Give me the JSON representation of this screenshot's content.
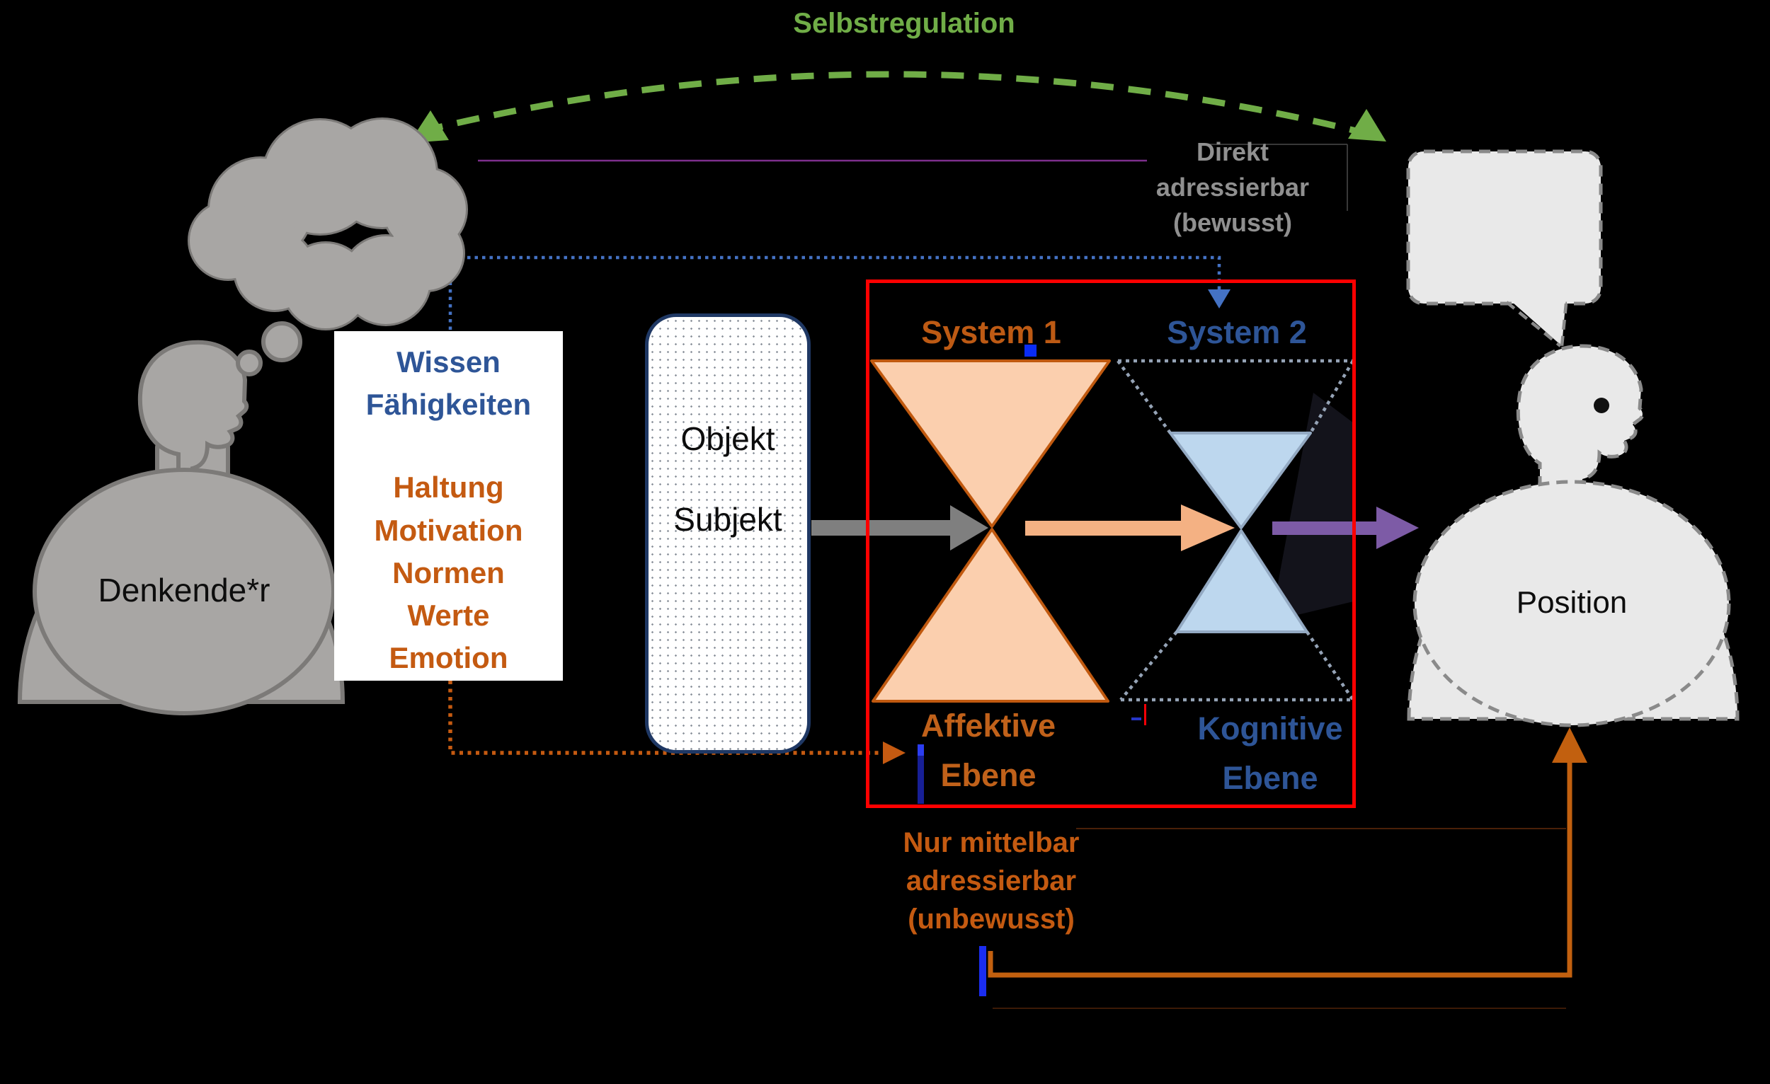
{
  "title": {
    "text": "Selbstregulation"
  },
  "thinker": {
    "label": "Denkende*r"
  },
  "resources_box": {
    "items": [
      {
        "text": "Wissen",
        "color": "blue"
      },
      {
        "text": "Fähigkeiten",
        "color": "blue"
      },
      {
        "text": "Haltung",
        "color": "orange"
      },
      {
        "text": "Motivation",
        "color": "orange"
      },
      {
        "text": "Normen",
        "color": "orange"
      },
      {
        "text": "Werte",
        "color": "orange"
      },
      {
        "text": "Emotion",
        "color": "orange"
      }
    ]
  },
  "object_box": {
    "line1": "Objekt",
    "line2": "Subjekt"
  },
  "systems": {
    "system1_label": "System 1",
    "system2_label": "System 2",
    "affective_line1": "Affektive",
    "affective_line2": "Ebene",
    "cognitive_line1": "Kognitive",
    "cognitive_line2": "Ebene"
  },
  "annotations": {
    "direct_line1": "Direkt",
    "direct_line2": "adressierbar",
    "direct_line3": "(bewusst)",
    "indirect_line1": "Nur mittelbar",
    "indirect_line2": "adressierbar",
    "indirect_line3": "(unbewusst)"
  },
  "position": {
    "label": "Position"
  },
  "colors": {
    "background": "#000000",
    "green": "#70ad47",
    "blue_text": "#2e5597",
    "orange_text": "#c45a11",
    "red_frame": "#fe0000",
    "gray_arrow": "#7f7f7f",
    "orange_arrow": "#f4b183",
    "purple_arrow": "#7d5ba6",
    "blue_dotted": "#4472c4",
    "orange_dotted": "#c55a11",
    "system1_fill": "#fbcfae",
    "system1_stroke": "#c0590f",
    "system2_fill": "#bdd7ee",
    "system2_stroke": "#93a9c2",
    "figure_gray": "#a8a6a4",
    "figure_light": "#e9e9e9",
    "gray_text": "#909090",
    "magenta_line": "#7d2f8d",
    "bright_blue": "#0a2cf5"
  }
}
